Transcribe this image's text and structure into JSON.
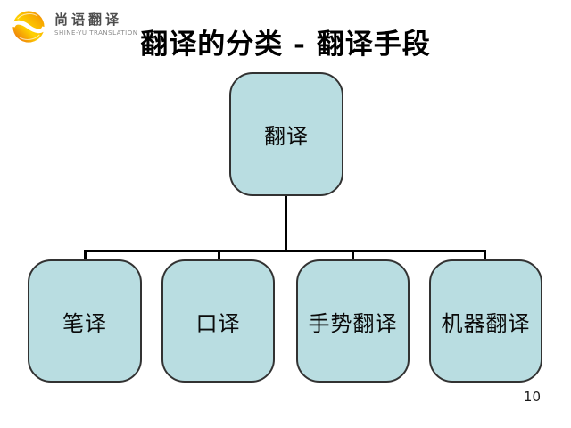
{
  "slide": {
    "title": "翻译的分类 - 翻译手段",
    "page_number": "10"
  },
  "logo": {
    "icon": "swirl-icon",
    "name": "尚语翻译",
    "subtitle": "SHINE-YU TRANSLATION"
  },
  "diagram": {
    "type": "org-chart",
    "root": {
      "label": "翻译"
    },
    "children": [
      {
        "label": "笔译"
      },
      {
        "label": "口译"
      },
      {
        "label": "手势翻译"
      },
      {
        "label": "机器翻译"
      }
    ]
  },
  "colors": {
    "background": "#ffffff",
    "box_fill": "#b9dde1",
    "box_border": "#323232",
    "connector": "#000000",
    "title_color": "#000000",
    "logo_yellow": "#ffd200",
    "logo_orange": "#e8610f",
    "logo_text_gray": "#4d4d4d"
  }
}
